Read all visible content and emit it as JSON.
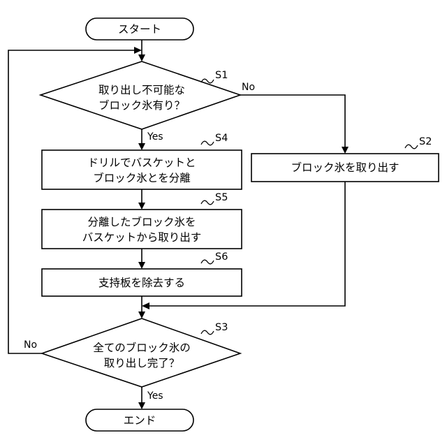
{
  "flowchart": {
    "start": "スタート",
    "end": "エンド",
    "s1": {
      "step": "S1",
      "line1": "取り出し不可能な",
      "line2": "ブロック氷有り？"
    },
    "s2": {
      "step": "S2",
      "text": "ブロック氷を取り出す"
    },
    "s4": {
      "step": "S4",
      "line1": "ドリルでバスケットと",
      "line2": "ブロック氷とを分離"
    },
    "s5": {
      "step": "S5",
      "line1": "分離したブロック氷を",
      "line2": "バスケットから取り出す"
    },
    "s6": {
      "step": "S6",
      "text": "支持板を除去する"
    },
    "s3": {
      "step": "S3",
      "line1": "全てのブロック氷の",
      "line2": "取り出し完了？"
    },
    "branches": {
      "s1_no": "No",
      "s1_yes": "Yes",
      "s3_no": "No",
      "s3_yes": "Yes"
    }
  }
}
